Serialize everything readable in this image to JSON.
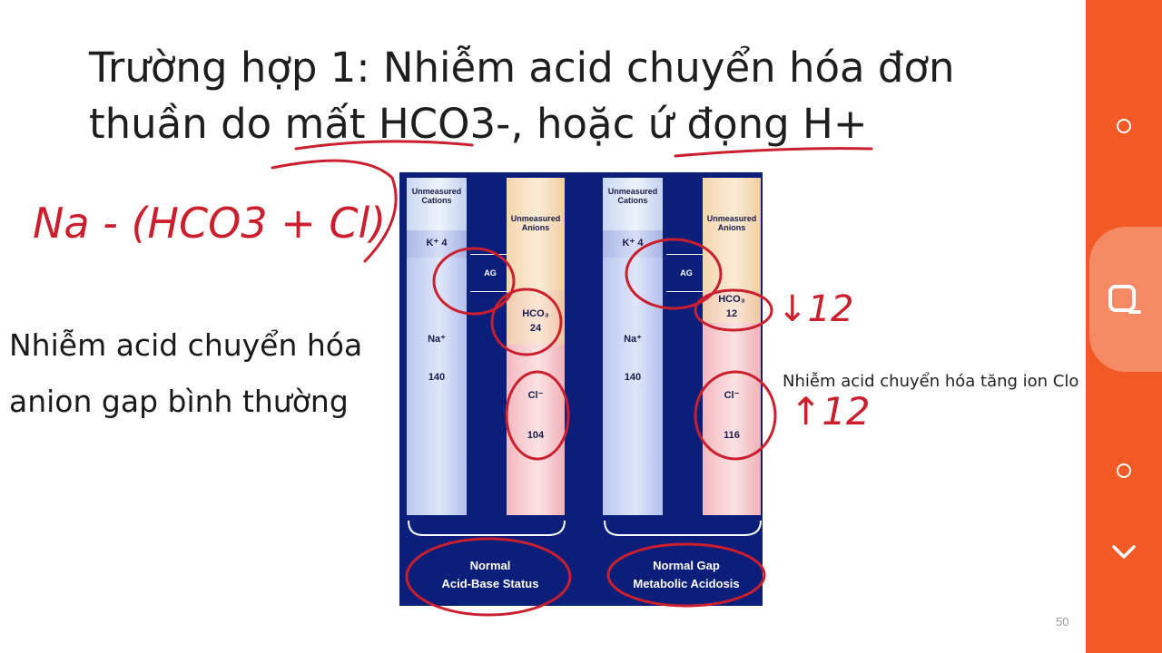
{
  "slide": {
    "title_line1": "Trường hợp 1: Nhiễm acid chuyển hóa đơn",
    "title_line2": "thuần do mất HCO3-, hoặc ứ đọng H+",
    "subtitle_line1": "Nhiễm acid chuyển hóa",
    "subtitle_line2": "anion gap bình thường",
    "side_note": "Nhiễm acid chuyển hóa tăng ion Clo",
    "page_number": "50"
  },
  "handwriting": {
    "formula": "Na - (HCO3 + Cl)",
    "hco3_change": "↓12",
    "cl_change": "↑12"
  },
  "diagram": {
    "left": {
      "unmeasured_cations": "Unmeasured Cations",
      "k": "K⁺ 4",
      "ag": "AG",
      "na": "Na⁺",
      "na_value": "140",
      "unmeasured_anions": "Unmeasured Anions",
      "hco3": "HCO₃",
      "hco3_value": "24",
      "cl": "Cl⁻",
      "cl_value": "104",
      "caption_line1": "Normal",
      "caption_line2": "Acid-Base Status"
    },
    "right": {
      "unmeasured_cations": "Unmeasured Cations",
      "k": "K⁺ 4",
      "ag": "AG",
      "na": "Na⁺",
      "na_value": "140",
      "unmeasured_anions": "Unmeasured Anions",
      "hco3": "HCO₃",
      "hco3_value": "12",
      "cl": "Cl⁻",
      "cl_value": "116",
      "caption_line1": "Normal Gap",
      "caption_line2": "Metabolic Acidosis"
    }
  },
  "nav": {
    "top_icon": "circle-icon",
    "middle_icon": "rounded-square-icon",
    "bottom_icon": "circle-icon",
    "collapse_icon": "chevron-down-icon",
    "bar_color": "#f15a24"
  }
}
